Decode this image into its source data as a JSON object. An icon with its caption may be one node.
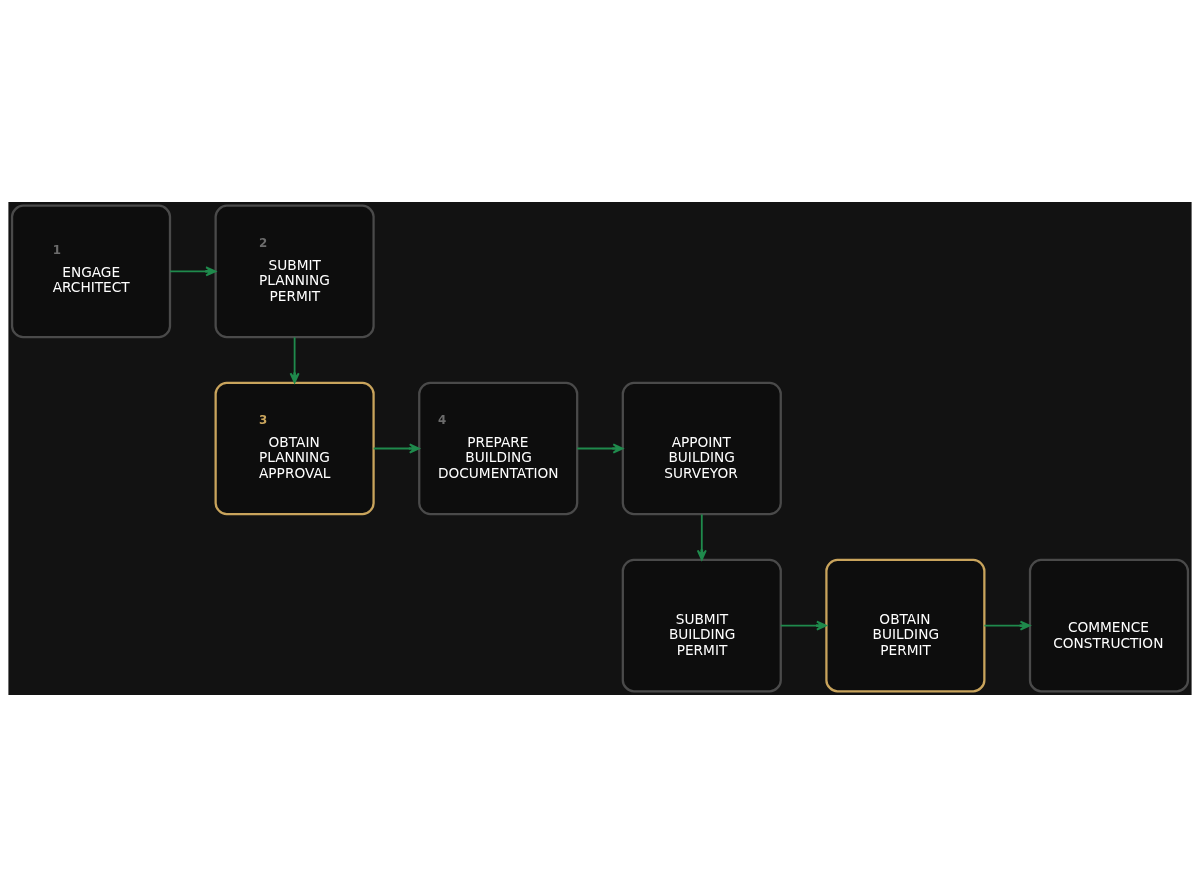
{
  "diagram": {
    "nodes": [
      {
        "text": [
          "1",
          "ENGAGE ARCHITECT"
        ]
      },
      {
        "text": [
          "2",
          "SUBMIT PLANNING PERMIT"
        ]
      },
      {
        "text": [
          "3",
          "OBTAIN PLANNING APPROVAL"
        ]
      },
      {
        "text": [
          "4",
          "PREPARE BUILDING DOCUMENTATION"
        ]
      },
      {
        "text": [
          "APPOINT BUILDING SURVEYOR"
        ]
      },
      {
        "text": [
          "SUBMIT BUILDING PERMIT"
        ]
      },
      {
        "text": [
          "OBTAIN BUILDING PERMIT"
        ]
      },
      {
        "text": [
          "COMMENCE CONSTRUCTION"
        ]
      }
    ],
    "edges": [
      {
        "from": 0,
        "to": 1,
        "arrow": "to"
      },
      {
        "from": 1,
        "to": 2,
        "arrow": "to"
      },
      {
        "from": 2,
        "to": 3,
        "arrow": "to"
      },
      {
        "from": 3,
        "to": 4,
        "arrow": "to"
      },
      {
        "from": 4,
        "to": 5,
        "arrow": "to"
      },
      {
        "from": 5,
        "to": 6,
        "arrow": "to"
      },
      {
        "from": 6,
        "to": 7,
        "arrow": "to"
      }
    ]
  }
}
